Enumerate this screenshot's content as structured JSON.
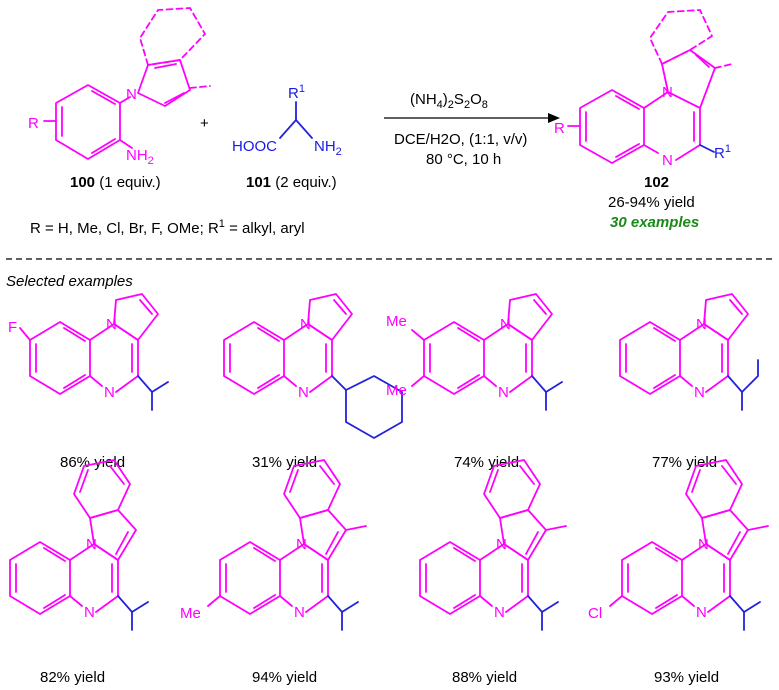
{
  "reaction": {
    "reactant1_r": "R",
    "reactant1_nh2": "NH2",
    "reactant1_label": "100",
    "reactant1_equiv": " (1 equiv.)",
    "plus": "+",
    "reactant2_r1": "R",
    "reactant2_sup": "1",
    "reactant2_hooc": "HOOC",
    "reactant2_nh2": "NH2",
    "reactant2_label": "101",
    "reactant2_equiv": " (2 equiv.)",
    "oxidant": "(NH4)2S2O8",
    "solvent": "DCE/H2O, (1:1, v/v)",
    "temp_time": "80 °C, 10 h",
    "product_r": "R",
    "product_n1": "N",
    "product_n2": "N",
    "product_r1": "R",
    "product_r1_sup": "1",
    "product_label": "102",
    "yield_range": "26-94% yield",
    "examples_count": "30 examples",
    "substituents": "R = H, Me, Cl, Br, F, OMe; R",
    "substituents_sup": "1",
    "substituents_tail": " = alkyl, aryl"
  },
  "section_title": "Selected examples",
  "examples": [
    {
      "yield": "86% yield",
      "substituent": "F"
    },
    {
      "yield": "31% yield",
      "substituent": ""
    },
    {
      "yield": "74% yield",
      "substituent_top": "Me",
      "substituent_bottom": "Me"
    },
    {
      "yield": "77% yield",
      "substituent": ""
    },
    {
      "yield": "82% yield",
      "substituent": ""
    },
    {
      "yield": "94% yield",
      "substituent": "Me"
    },
    {
      "yield": "88% yield",
      "substituent": ""
    },
    {
      "yield": "93% yield",
      "substituent": "Cl"
    }
  ],
  "atom_labels": {
    "n": "N"
  },
  "colors": {
    "core": "#ff00ff",
    "reagent": "#2222dd",
    "highlight": "#1a8a1a"
  }
}
